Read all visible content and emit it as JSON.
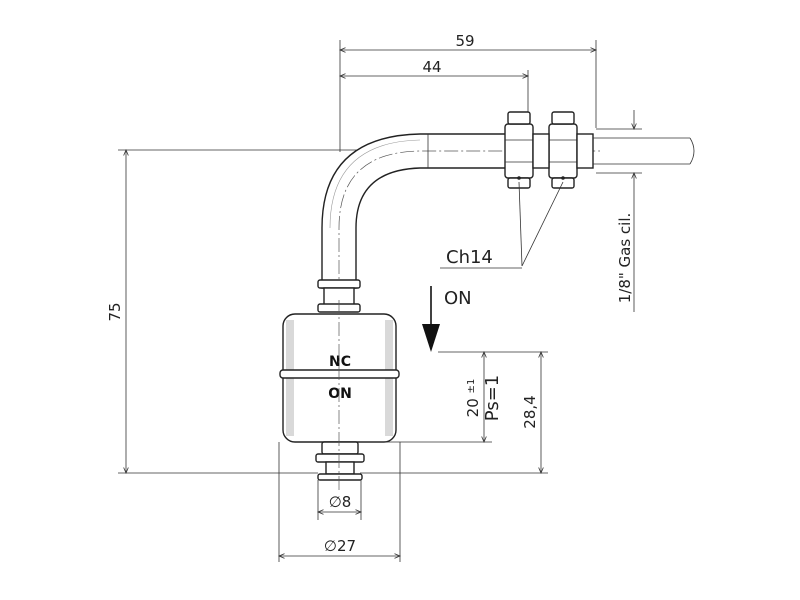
{
  "dimensions": {
    "overall_width": "59",
    "bend_width": "44",
    "height": "75",
    "thread_label": "1/8\" Gas cil.",
    "nut_label": "Ch14",
    "switch_state": "ON",
    "travel_label": "20",
    "travel_tolerance": "±1",
    "ps_label": "Ps=1",
    "offset_label": "28,4",
    "stem_diameter": "8",
    "float_diameter": "27",
    "diameter_symbol": "∅"
  },
  "float_labels": {
    "upper": "NC",
    "lower": "ON"
  }
}
